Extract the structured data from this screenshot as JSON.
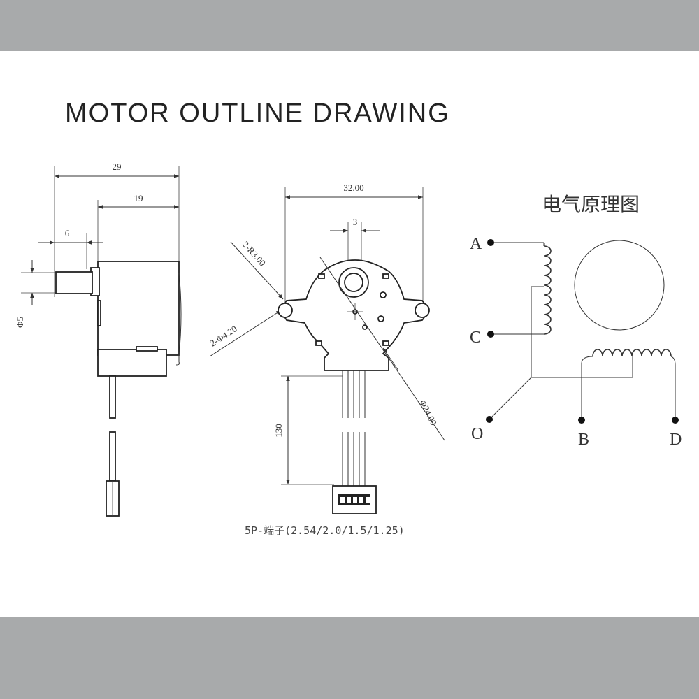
{
  "title": "MOTOR OUTLINE DRAWING",
  "side_view": {
    "dim_overall": "29",
    "dim_body": "19",
    "dim_shaft_length": "6",
    "dim_shaft_diameter": "Φ5"
  },
  "front_view": {
    "dim_mount_spacing": "32.00",
    "dim_shaft_flat": "3",
    "dim_radius": "2-R3.00",
    "dim_hole": "2-Φ4.20",
    "dim_body_diameter": "Φ24.00",
    "dim_lead_length": "130",
    "connector_label": "5P-端子(2.54/2.0/1.5/1.25)"
  },
  "schematic": {
    "title": "电气原理图",
    "terminals": [
      "A",
      "C",
      "O",
      "B",
      "D"
    ]
  },
  "colors": {
    "band": "#a8aaab",
    "line": "#333333",
    "background": "#ffffff"
  }
}
